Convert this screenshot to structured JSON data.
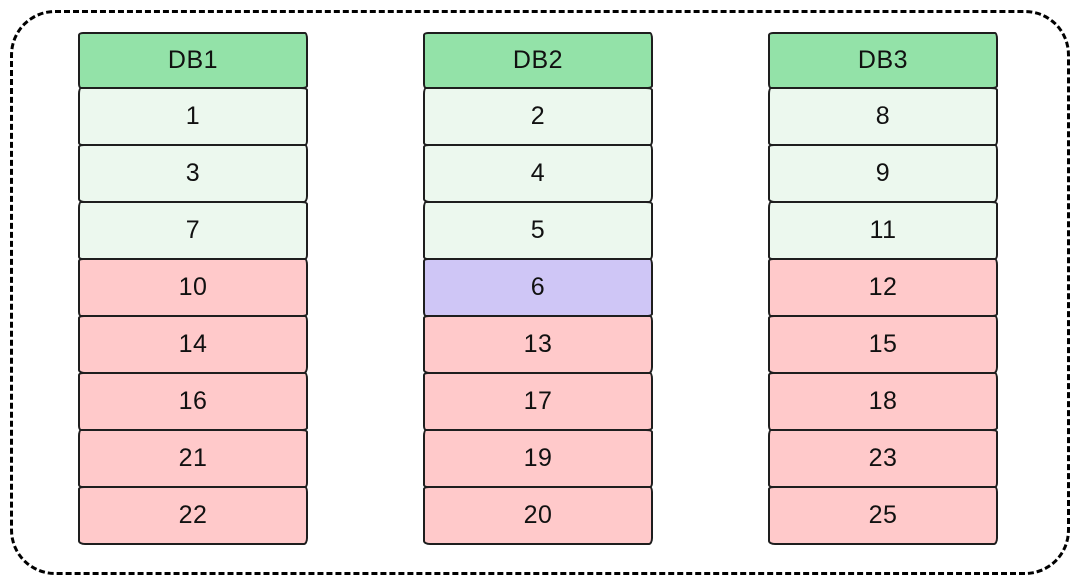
{
  "colors": {
    "stroke": "#1e1e1e",
    "boundary": "#000000",
    "header": "#93e2a8",
    "green": "#ecf8ee",
    "red": "#ffc9ca",
    "purple": "#cfc6f6"
  },
  "columns": [
    {
      "name": "DB1",
      "state": "header",
      "rows": [
        {
          "value": "1",
          "state": "green"
        },
        {
          "value": "3",
          "state": "green"
        },
        {
          "value": "7",
          "state": "green"
        },
        {
          "value": "10",
          "state": "red"
        },
        {
          "value": "14",
          "state": "red"
        },
        {
          "value": "16",
          "state": "red"
        },
        {
          "value": "21",
          "state": "red"
        },
        {
          "value": "22",
          "state": "red"
        }
      ]
    },
    {
      "name": "DB2",
      "state": "header",
      "rows": [
        {
          "value": "2",
          "state": "green"
        },
        {
          "value": "4",
          "state": "green"
        },
        {
          "value": "5",
          "state": "green"
        },
        {
          "value": "6",
          "state": "purple"
        },
        {
          "value": "13",
          "state": "red"
        },
        {
          "value": "17",
          "state": "red"
        },
        {
          "value": "19",
          "state": "red"
        },
        {
          "value": "20",
          "state": "red"
        }
      ]
    },
    {
      "name": "DB3",
      "state": "header",
      "rows": [
        {
          "value": "8",
          "state": "green"
        },
        {
          "value": "9",
          "state": "green"
        },
        {
          "value": "11",
          "state": "green"
        },
        {
          "value": "12",
          "state": "red"
        },
        {
          "value": "15",
          "state": "red"
        },
        {
          "value": "18",
          "state": "red"
        },
        {
          "value": "23",
          "state": "red"
        },
        {
          "value": "25",
          "state": "red"
        }
      ]
    }
  ]
}
